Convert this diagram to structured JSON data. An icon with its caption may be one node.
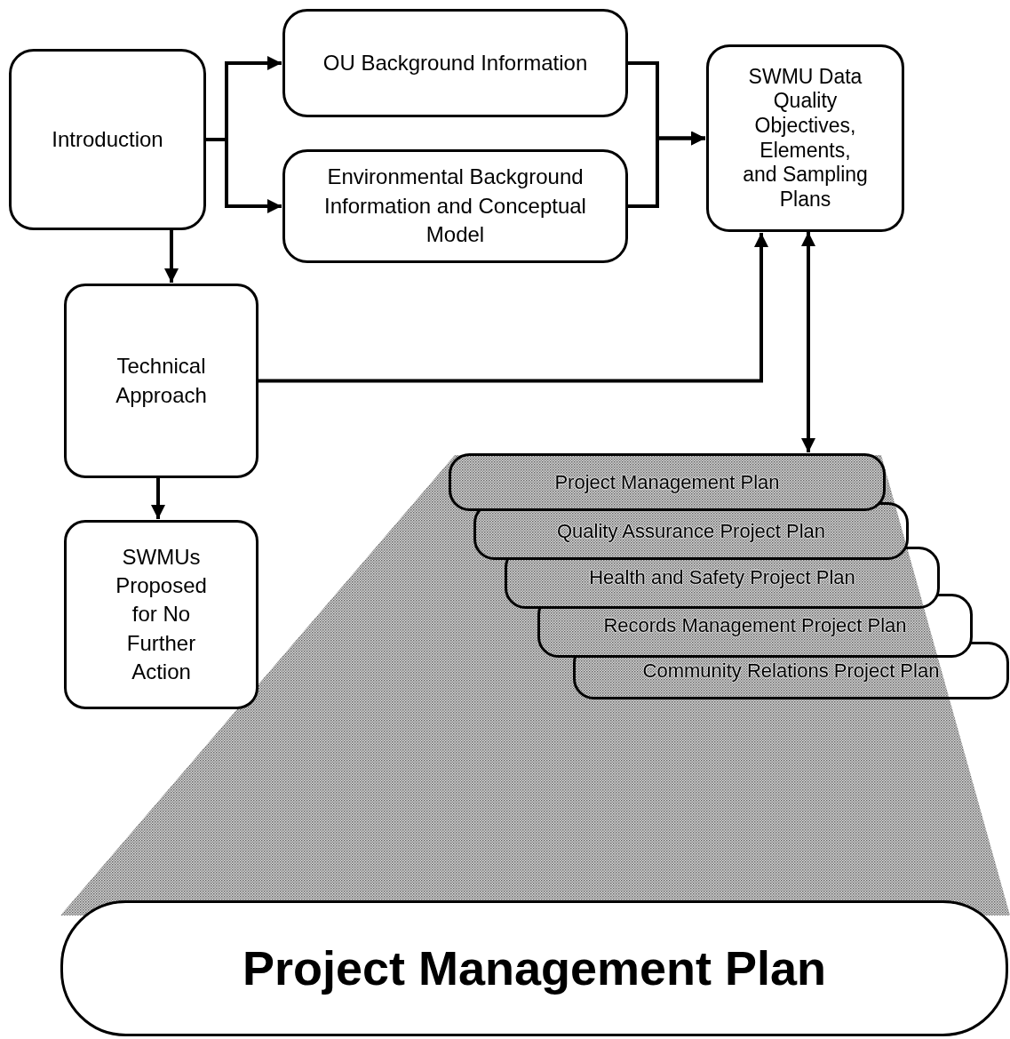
{
  "diagram": {
    "nodes": [
      {
        "text": [
          "Introduction"
        ]
      },
      {
        "text": [
          "OU Background Information"
        ]
      },
      {
        "text": [
          "Environmental Background Information and Conceptual Model"
        ]
      },
      {
        "text": [
          "SWMU Data Quality Objectives, Elements, and Sampling Plans"
        ]
      },
      {
        "text": [
          "Technical Approach"
        ]
      },
      {
        "text": [
          "SWMUs Proposed for No Further Action"
        ]
      },
      {
        "text": [
          "Project Management Plan"
        ]
      },
      {
        "text": [
          "Quality Assurance Project Plan"
        ]
      },
      {
        "text": [
          "Health and Safety Project Plan"
        ]
      },
      {
        "text": [
          "Records Management Project Plan"
        ]
      },
      {
        "text": [
          "Community Relations Project Plan"
        ]
      },
      {
        "text": [
          "Project Management Plan"
        ]
      }
    ],
    "edges": [
      {
        "from": 0,
        "to": 1,
        "arrow": "to"
      },
      {
        "from": 0,
        "to": 2,
        "arrow": "to"
      },
      {
        "from": 1,
        "to": 3,
        "arrow": "to"
      },
      {
        "from": 2,
        "to": 3,
        "arrow": "to"
      },
      {
        "from": 0,
        "to": 4,
        "arrow": "to"
      },
      {
        "from": 4,
        "to": 3,
        "arrow": "to"
      },
      {
        "from": 3,
        "to": 6,
        "arrow": "both"
      },
      {
        "from": 4,
        "to": 5,
        "arrow": "to"
      }
    ]
  }
}
